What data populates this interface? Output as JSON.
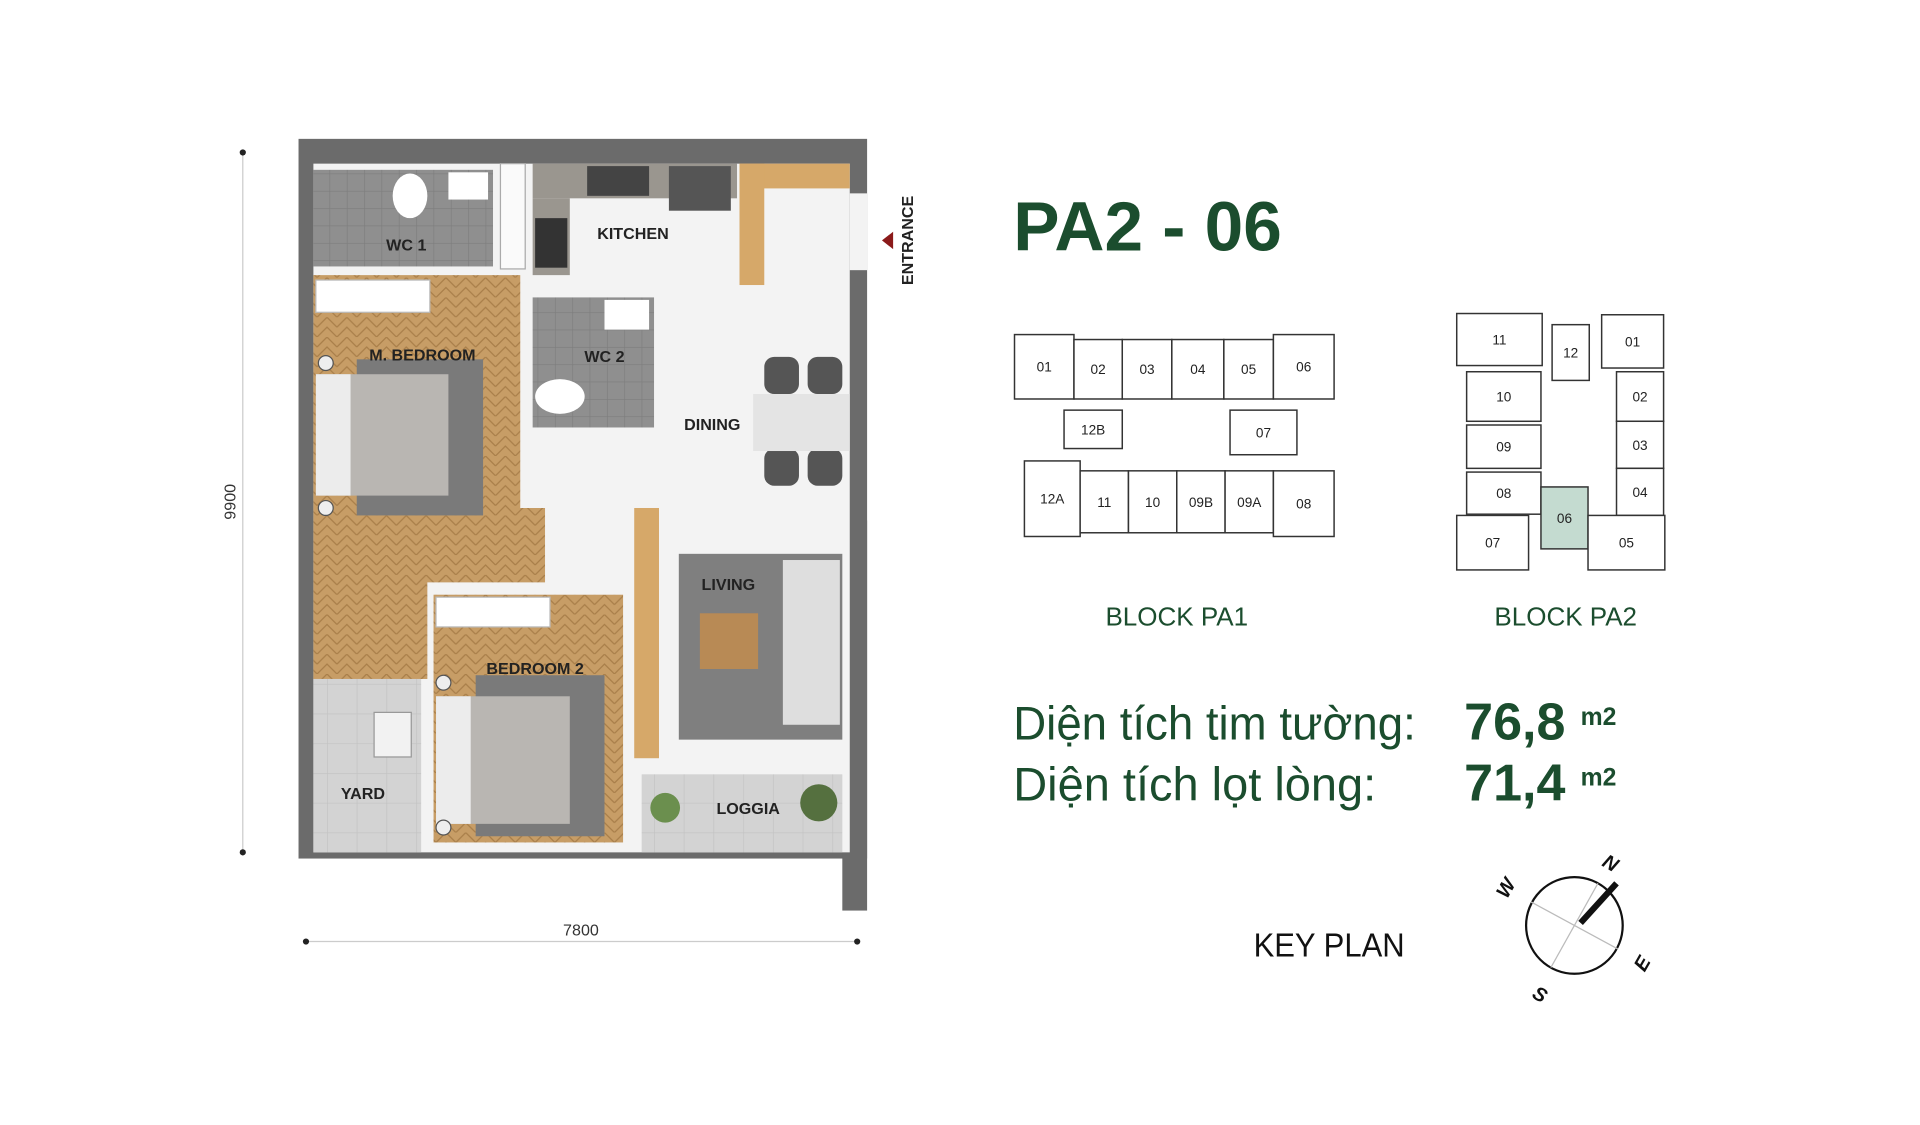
{
  "title": "PA2 - 06",
  "floor_plan": {
    "rooms": {
      "wc1": "WC 1",
      "kitchen": "KITCHEN",
      "m_bedroom": "M. BEDROOM",
      "wc2": "WC 2",
      "dining": "DINING",
      "living": "LIVING",
      "bedroom2": "BEDROOM 2",
      "yard": "YARD",
      "loggia": "LOGGIA"
    },
    "entrance": "ENTRANCE",
    "dim_height": "9900",
    "dim_width": "7800"
  },
  "key_plan": {
    "label": "KEY PLAN",
    "block_pa1": {
      "name": "BLOCK PA1",
      "units": [
        "01",
        "02",
        "03",
        "04",
        "05",
        "06",
        "12B",
        "07",
        "12A",
        "11",
        "10",
        "09B",
        "09A",
        "08"
      ]
    },
    "block_pa2": {
      "name": "BLOCK PA2",
      "units": [
        "11",
        "12",
        "01",
        "10",
        "02",
        "09",
        "03",
        "08",
        "04",
        "07",
        "06",
        "05"
      ],
      "highlighted": "06",
      "highlight_color": "#c4dbd0"
    }
  },
  "areas": {
    "gross_label": "Diện tích tim tường:",
    "gross_value": "76,8",
    "net_label": "Diện tích lọt lòng:",
    "net_value": "71,4",
    "unit": "m2"
  },
  "compass": {
    "n": "N",
    "e": "E",
    "s": "S",
    "w": "W"
  },
  "colors": {
    "brand_green": "#1b4d2e",
    "wall": "#6b6b6b",
    "wood": "#c39a63"
  }
}
